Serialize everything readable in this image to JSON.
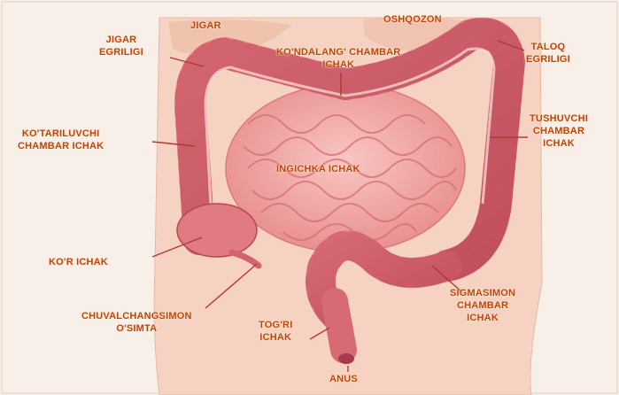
{
  "diagram": {
    "labels": {
      "jigar": [
        "JIGAR"
      ],
      "oshqozon": [
        "OSHQOZON"
      ],
      "jigar_egriligi": [
        "JIGAR",
        "EGRILIGI"
      ],
      "kondalang_chambar_ichak": [
        "KO'NDALANG' CHAMBAR",
        "ICHAK"
      ],
      "taloq_egriligi": [
        "TALOQ",
        "EGRILIGI"
      ],
      "kotariluvchi_chambar_ichak": [
        "KO'TARILUVCHI",
        "CHAMBAR  ICHAK"
      ],
      "tushuvchi_chambar_ichak": [
        "TUSHUVCHI",
        "CHAMBAR",
        "ICHAK"
      ],
      "ingichka_ichak": [
        "INGICHKA  ICHAK"
      ],
      "kor_ichak": [
        "KO'R  ICHAK"
      ],
      "chuvalchangsimon_osimta": [
        "CHUVALCHANGSIMON",
        "O'SIMTA"
      ],
      "togri_ichak": [
        "TOG'RI",
        "ICHAK"
      ],
      "sigmasimon_chambar_ichak": [
        "SIGMASIMON",
        "CHAMBAR",
        "ICHAK"
      ],
      "anus": [
        "ANUS"
      ]
    },
    "colors": {
      "background": "#f8efe8",
      "skin": "#f3c9b5",
      "colon": "#e0707a",
      "colon_dark": "#b94657",
      "small_intestine": "#f1a7a6",
      "label_text": "#c2410c",
      "leader_line": "#b03a2e"
    }
  }
}
